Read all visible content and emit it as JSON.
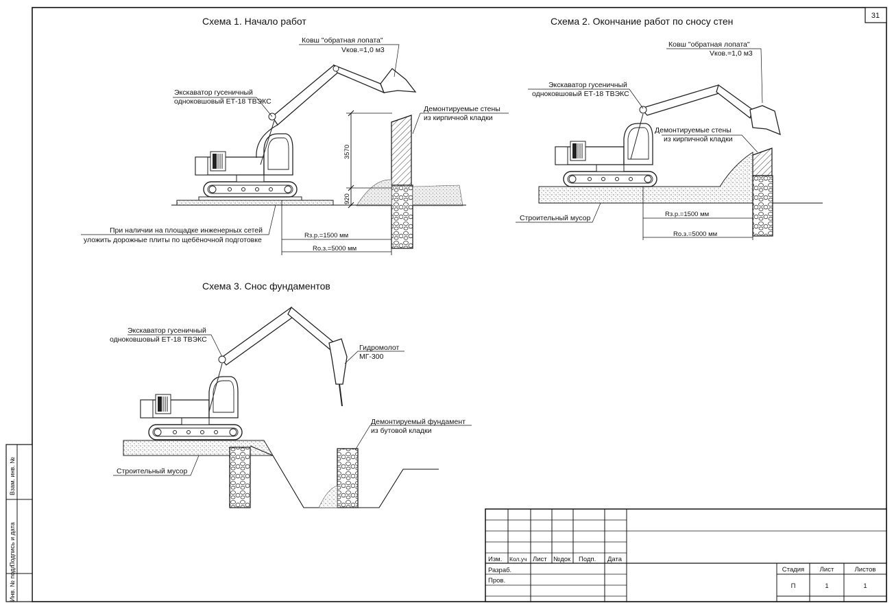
{
  "sheet": {
    "page_number": "31"
  },
  "scheme1": {
    "title": "Схема 1. Начало работ",
    "bucket_line1": "Ковш \"обратная лопата\"",
    "bucket_line2": "Vков.=1,0 м3",
    "excavator_line1": "Экскаватор гусеничный",
    "excavator_line2": "одноковшовый ЕТ-18 ТВЭКС",
    "walls_line1": "Демонтируемые стены",
    "walls_line2": "из кирпичной кладки",
    "dim_height": "3570",
    "dim_base": "920",
    "note_line1": "При наличии на площадке инженерных сетей",
    "note_line2": "уложить дорожные плиты по щебёночной подготовке",
    "radius_min": "Rз.р.=1500 мм",
    "radius_max": "Rо.з.=5000 мм"
  },
  "scheme2": {
    "title": "Схема 2. Окончание работ по сносу стен",
    "bucket_line1": "Ковш \"обратная лопата\"",
    "bucket_line2": "Vков.=1,0 м3",
    "excavator_line1": "Экскаватор гусеничный",
    "excavator_line2": "одноковшовый ЕТ-18 ТВЭКС",
    "walls_line1": "Демонтируемые стены",
    "walls_line2": "из кирпичной кладки",
    "debris_label": "Строительный мусор",
    "radius_min": "Rз.р.=1500 мм",
    "radius_max": "Rо.з.=5000 мм"
  },
  "scheme3": {
    "title": "Схема 3. Снос фундаментов",
    "excavator_line1": "Экскаватор гусеничный",
    "excavator_line2": "одноковшовый ЕТ-18 ТВЭКС",
    "hammer_line1": "Гидромолот",
    "hammer_line2": "МГ-300",
    "foundation_line1": "Демонтируемый фундамент",
    "foundation_line2": "из бутовой кладки",
    "debris_label": "Строительный мусор"
  },
  "side_stamp": {
    "field1": "Взам. инв. №",
    "field2": "Подпись и дата",
    "field3": "Инв. № подл."
  },
  "title_block": {
    "col_headers": [
      "Изм.",
      "Кол.уч",
      "Лист",
      "№док",
      "Подп.",
      "Дата"
    ],
    "row_developed": "Разраб.",
    "row_checked": "Пров.",
    "stage_header": "Стадия",
    "sheet_header": "Лист",
    "sheets_header": "Листов",
    "stage_value": "П",
    "sheet_value": "1",
    "sheets_value": "1"
  }
}
